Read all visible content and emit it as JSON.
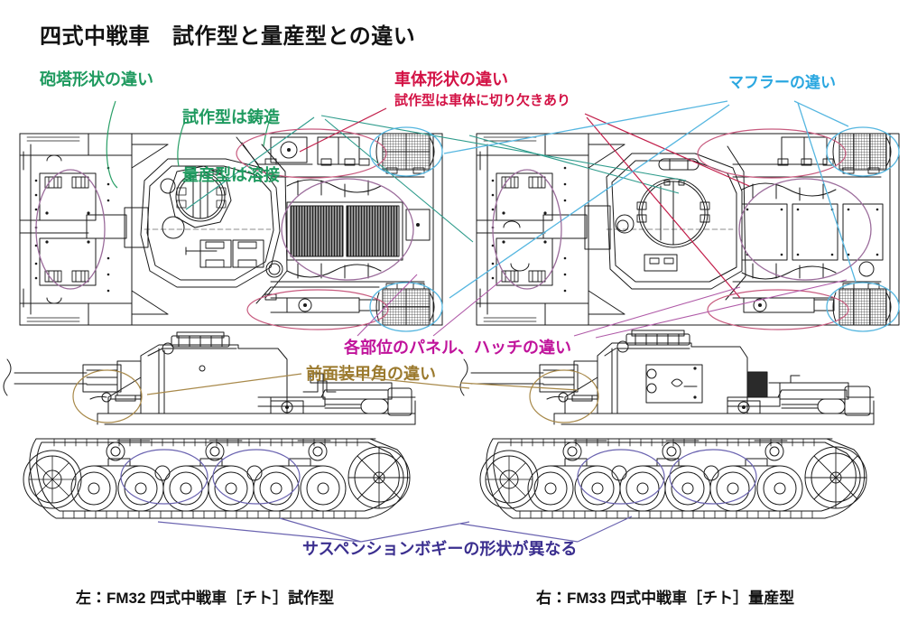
{
  "page": {
    "title": "四式中戦車　試作型と量産型との違い",
    "background": "#ffffff"
  },
  "colors": {
    "title": "#121212",
    "turret_green": "#1f9a5f",
    "hull_crimson": "#d31245",
    "muffler_cyan": "#2aa7e0",
    "panel_magenta": "#c0139b",
    "front_armor_olive": "#9b7a2e",
    "suspension_violet": "#3b2f8f",
    "hull_ellipse_pink": "#c75a7e",
    "panel_ellipse_mauve": "#9b6c9b",
    "line_art": "#1a1a1a"
  },
  "annotations": [
    {
      "id": "turret-shape",
      "label": "砲塔形状の違い",
      "color_key": "turret_green",
      "marker": "leader-line-to-turret"
    },
    {
      "id": "cast-vs-weld",
      "line1": "試作型は鋳造",
      "line2": "量産型は溶接",
      "color_key": "turret_green",
      "marker": "leader-line-to-both-turrets"
    },
    {
      "id": "hull-shape",
      "label": "車体形状の違い",
      "color_key": "hull_crimson",
      "marker": "leader-line-to-hull-deck"
    },
    {
      "id": "hull-notch",
      "label": "試作型は車体に切り欠きあり",
      "color_key": "hull_crimson",
      "marker": "leader-line-to-hull-notch"
    },
    {
      "id": "muffler",
      "label": "マフラーの違い",
      "color_key": "muffler_cyan",
      "marker": "ellipse-around-mufflers"
    },
    {
      "id": "panels-hatches",
      "label": "各部位のパネル、ハッチの違い",
      "color_key": "panel_magenta",
      "marker": "ellipses-around-panels"
    },
    {
      "id": "front-armor-angle",
      "label": "前面装甲角の違い",
      "color_key": "front_armor_olive",
      "marker": "ellipse-around-glacis"
    },
    {
      "id": "suspension-bogie",
      "label": "サスペンションボギーの形状が異なる",
      "color_key": "suspension_violet",
      "marker": "ellipses-around-bogies"
    }
  ],
  "captions": {
    "left": "左：FM32 四式中戦車［チト］試作型",
    "right": "右：FM33 四式中戦車［チト］量産型"
  },
  "drawings": [
    {
      "id": "left-top-view",
      "view": "top",
      "variant": "prototype",
      "designation": "FM32"
    },
    {
      "id": "right-top-view",
      "view": "top",
      "variant": "production",
      "designation": "FM33"
    },
    {
      "id": "left-side-view",
      "view": "side",
      "variant": "prototype",
      "designation": "FM32"
    },
    {
      "id": "right-side-view",
      "view": "side",
      "variant": "production",
      "designation": "FM33"
    }
  ],
  "running_gear": {
    "road_wheels": 6,
    "return_rollers": 3,
    "drive_sprocket": "rear",
    "idler": "front",
    "bogie_pairs": 3
  }
}
